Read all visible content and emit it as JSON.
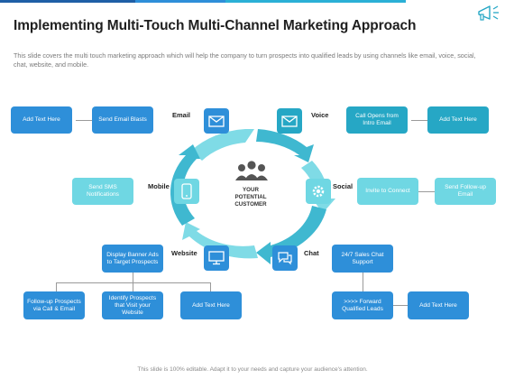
{
  "title": "Implementing Multi-Touch Multi-Channel Marketing Approach",
  "description": "This slide covers the multi touch marketing approach which will help the company to turn prospects into qualified leads by using channels like email, voice, social, chat, website, and mobile.",
  "center": {
    "line1": "YOUR",
    "line2": "POTENTIAL",
    "line3": "CUSTOMER"
  },
  "channels": {
    "email": "Email",
    "voice": "Voice",
    "mobile": "Mobile",
    "social": "Social",
    "website": "Website",
    "chat": "Chat"
  },
  "boxes": {
    "email_add_text": "Add Text Here",
    "email_send_blasts": "Send Email Blasts",
    "voice_call_opens": "Call Opens from Intro Email",
    "voice_add_text": "Add Text Here",
    "mobile_send_sms": "Send SMS Notifications",
    "social_invite": "Invite to Connect",
    "social_send_followup": "Send Follow-up Email",
    "website_display_banner": "Display Banner Ads to Target Prospects",
    "website_followup": "Follow-up Prospects via Call & Email",
    "website_identify": "Identify Prospects that Visit your Website",
    "website_add_text": "Add Text Here",
    "chat_support": "24/7 Sales Chat Support",
    "chat_forward": ">>>> Forward Qualified Leads",
    "chat_add_text": "Add Text Here"
  },
  "footer": "This slide is 100% editable. Adapt it to your needs and capture your audience's attention.",
  "colors": {
    "blue": "#2e8fd9",
    "teal": "#26a7c5",
    "light": "#6fd7e3",
    "ring_light": "#7fdbe6",
    "ring_mid": "#3fb8d0"
  },
  "icons": {
    "email": "envelope-icon",
    "voice": "envelope-icon",
    "mobile": "phone-icon",
    "social": "gear-icon",
    "website": "monitor-icon",
    "chat": "chat-icon",
    "center": "people-group-icon",
    "corner": "megaphone-icon"
  }
}
